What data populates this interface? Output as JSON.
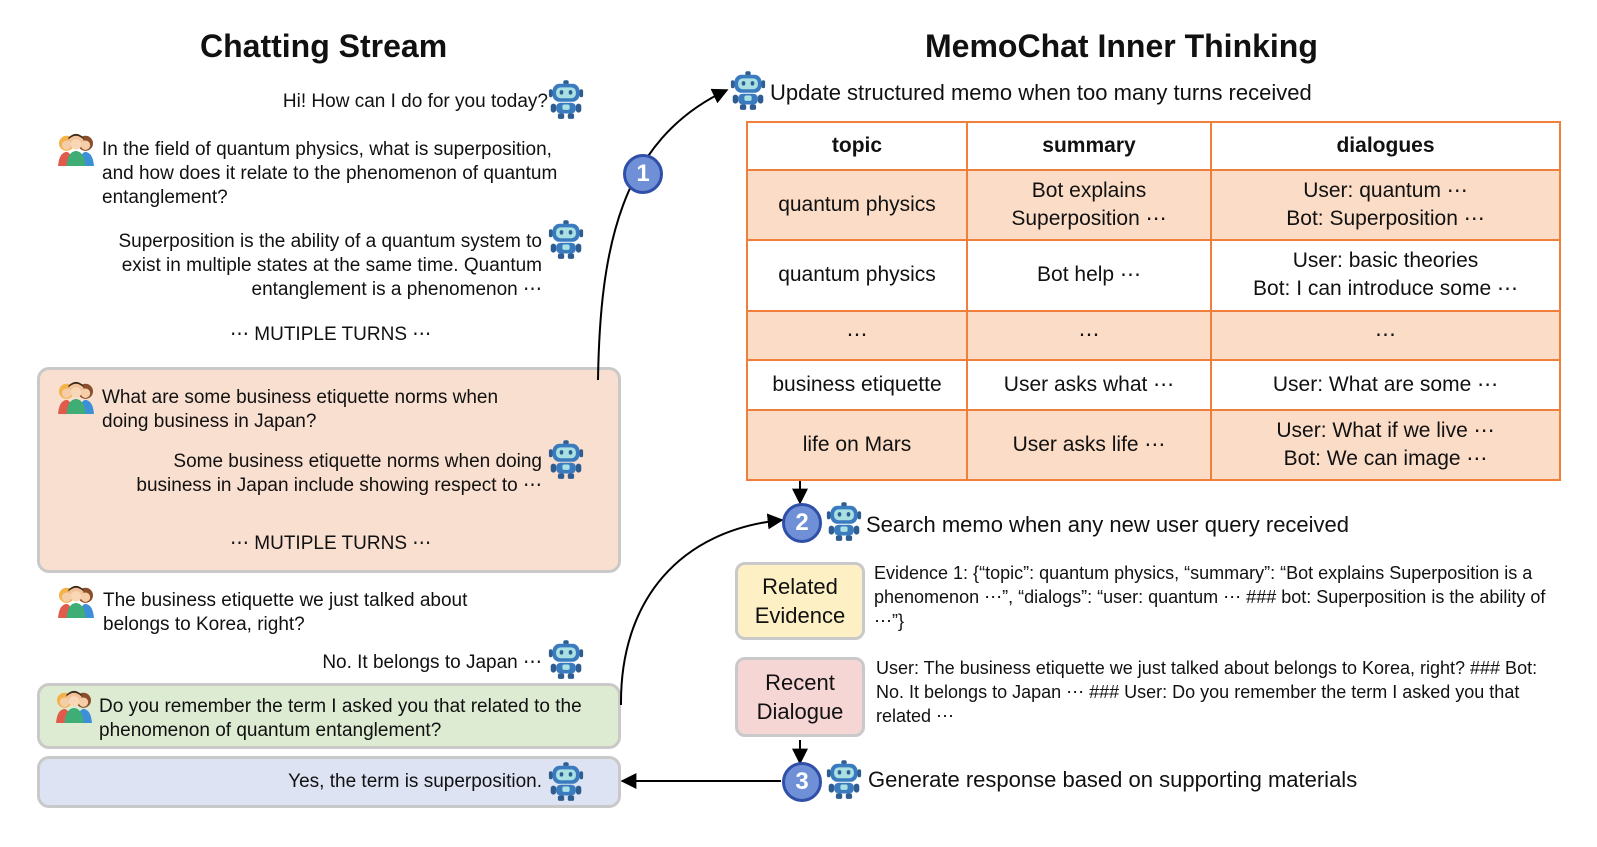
{
  "titles": {
    "left": "Chatting Stream",
    "right": "MemoChat Inner Thinking"
  },
  "chat": {
    "m1": "Hi! How can I do for you today?",
    "m2": "In the field of quantum physics, what is superposition, and how does it relate to the phenomenon of quantum entanglement?",
    "m3": "Superposition is the ability of a quantum system to exist in multiple states at the same time. Quantum entanglement is a phenomenon ⋯",
    "turns1": "⋯ MUTIPLE TURNS ⋯",
    "m4": "What are some business etiquette norms when doing business in Japan?",
    "m5": "Some business etiquette norms when doing business in Japan include showing respect to ⋯",
    "turns2": "⋯ MUTIPLE TURNS ⋯",
    "m6": "The business etiquette we just talked about belongs to Korea, right?",
    "m7": "No. It belongs to Japan ⋯",
    "m8": "Do you remember the term I asked you that related to the phenomenon of quantum entanglement?",
    "m9": "Yes, the term is superposition."
  },
  "steps": {
    "s1_num": "1",
    "s1_text": "Update structured memo when too many turns received",
    "s2_num": "2",
    "s2_text": "Search memo when any new user query received",
    "s3_num": "3",
    "s3_text": "Generate response based on supporting materials"
  },
  "memo": {
    "headers": [
      "topic",
      "summary",
      "dialogues"
    ],
    "rows": [
      {
        "topic": "quantum physics",
        "summary": "Bot explains\nSuperposition ⋯",
        "dialogues": "User: quantum ⋯\nBot: Superposition ⋯"
      },
      {
        "topic": "quantum physics",
        "summary": "Bot help ⋯",
        "dialogues": "User: basic theories\nBot: I can introduce some ⋯"
      },
      {
        "topic": "⋯",
        "summary": "⋯",
        "dialogues": "⋯"
      },
      {
        "topic": "business etiquette",
        "summary": "User asks what ⋯",
        "dialogues": "User: What are some ⋯"
      },
      {
        "topic": "life on Mars",
        "summary": "User asks life ⋯",
        "dialogues": "User: What if we live ⋯\nBot: We can image ⋯"
      }
    ]
  },
  "evidence": {
    "tag": "Related Evidence",
    "text": "Evidence 1: {“topic”: quantum physics, “summary”: “Bot explains Superposition is a phenomenon ⋯”, “dialogs”: “user: quantum ⋯ ### bot: Superposition is the ability of ⋯”}"
  },
  "recent": {
    "tag": "Recent Dialogue",
    "text": "User: The business etiquette we just talked about belongs to Korea, right? ### Bot: No. It belongs to Japan ⋯ ### User: Do you remember the term I asked you that related ⋯"
  },
  "colors": {
    "memo_border": "#ef7f3a",
    "memo_fill": "#fbdcc7",
    "highlight_orange": "#f9dfcf",
    "highlight_green": "#dcebd2",
    "highlight_blue": "#dde3f3",
    "evidence_fill": "#fdf0c4",
    "recent_fill": "#f6d5d5",
    "step_circle": "#6f8fd6"
  },
  "icons": [
    "robot-icon",
    "user-group-icon",
    "arrow-icon"
  ]
}
